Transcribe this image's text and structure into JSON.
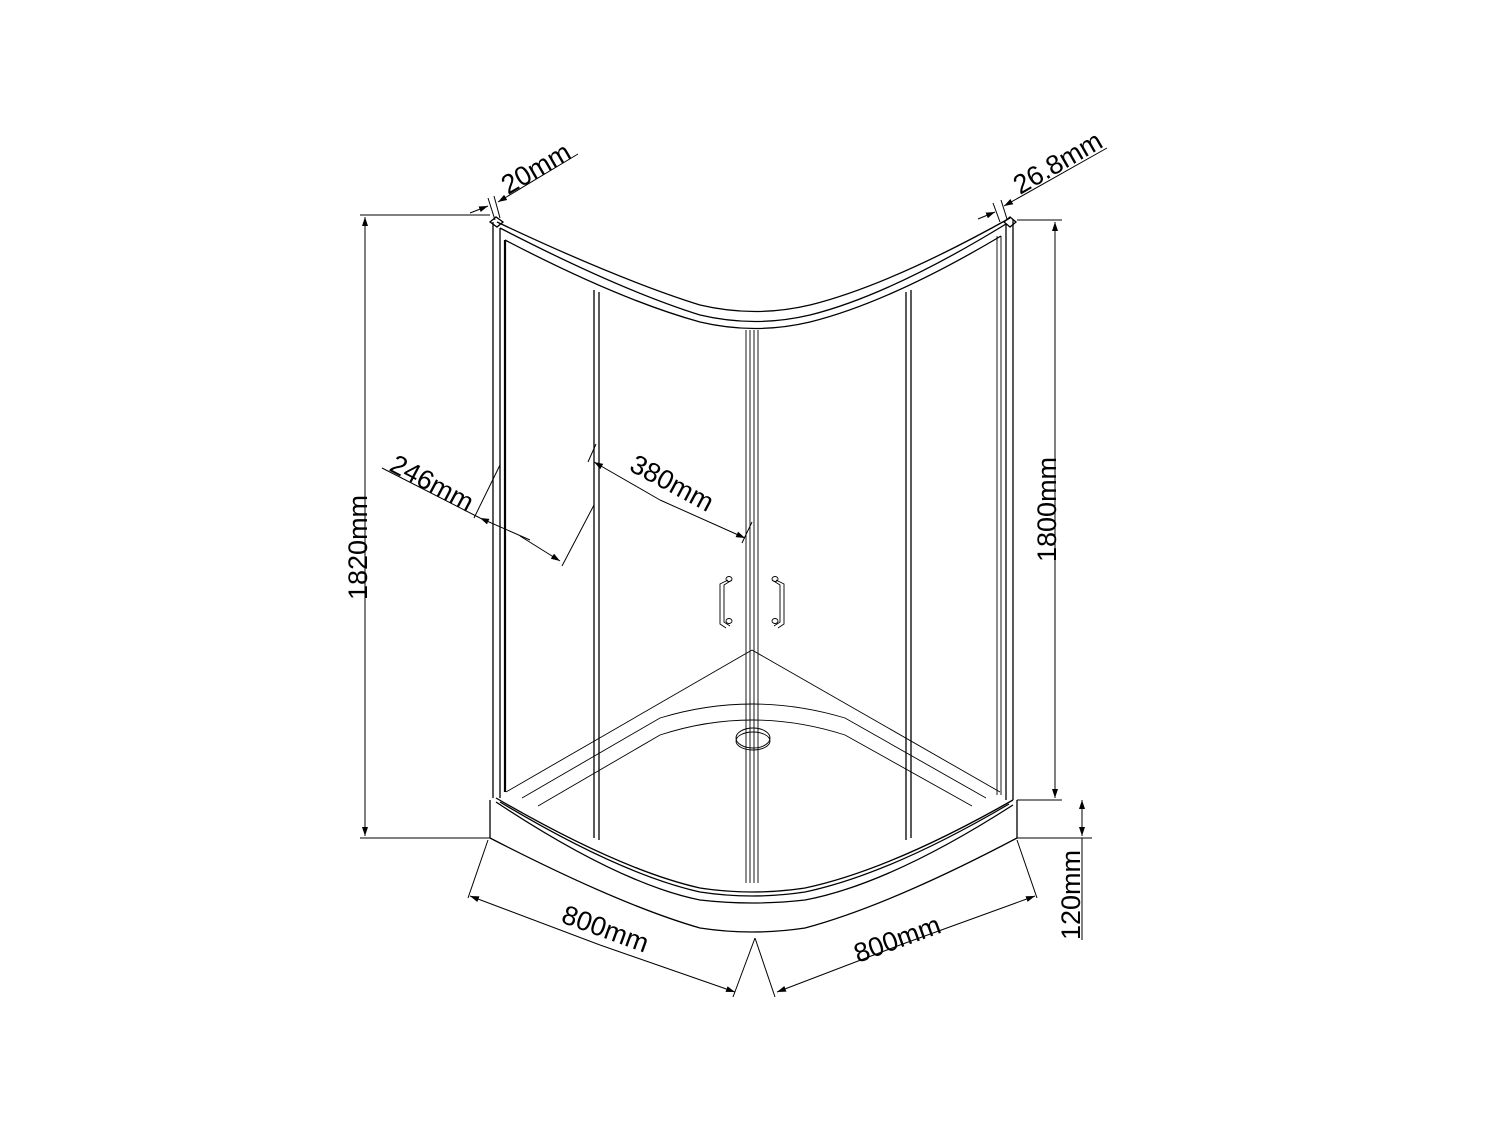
{
  "diagram": {
    "subject": "Quadrant shower enclosure with double sliding doors and shower tray",
    "line_color": "#000000",
    "background_color": "#ffffff"
  },
  "dimensions": {
    "frame_profile_left": "20mm",
    "frame_profile_right": "26.8mm",
    "total_height": "1820mm",
    "enclosure_height": "1800mm",
    "fixed_panel_width": "246mm",
    "door_width": "380mm",
    "side_length_left": "800mm",
    "side_length_right": "800mm",
    "tray_height": "120mm"
  }
}
